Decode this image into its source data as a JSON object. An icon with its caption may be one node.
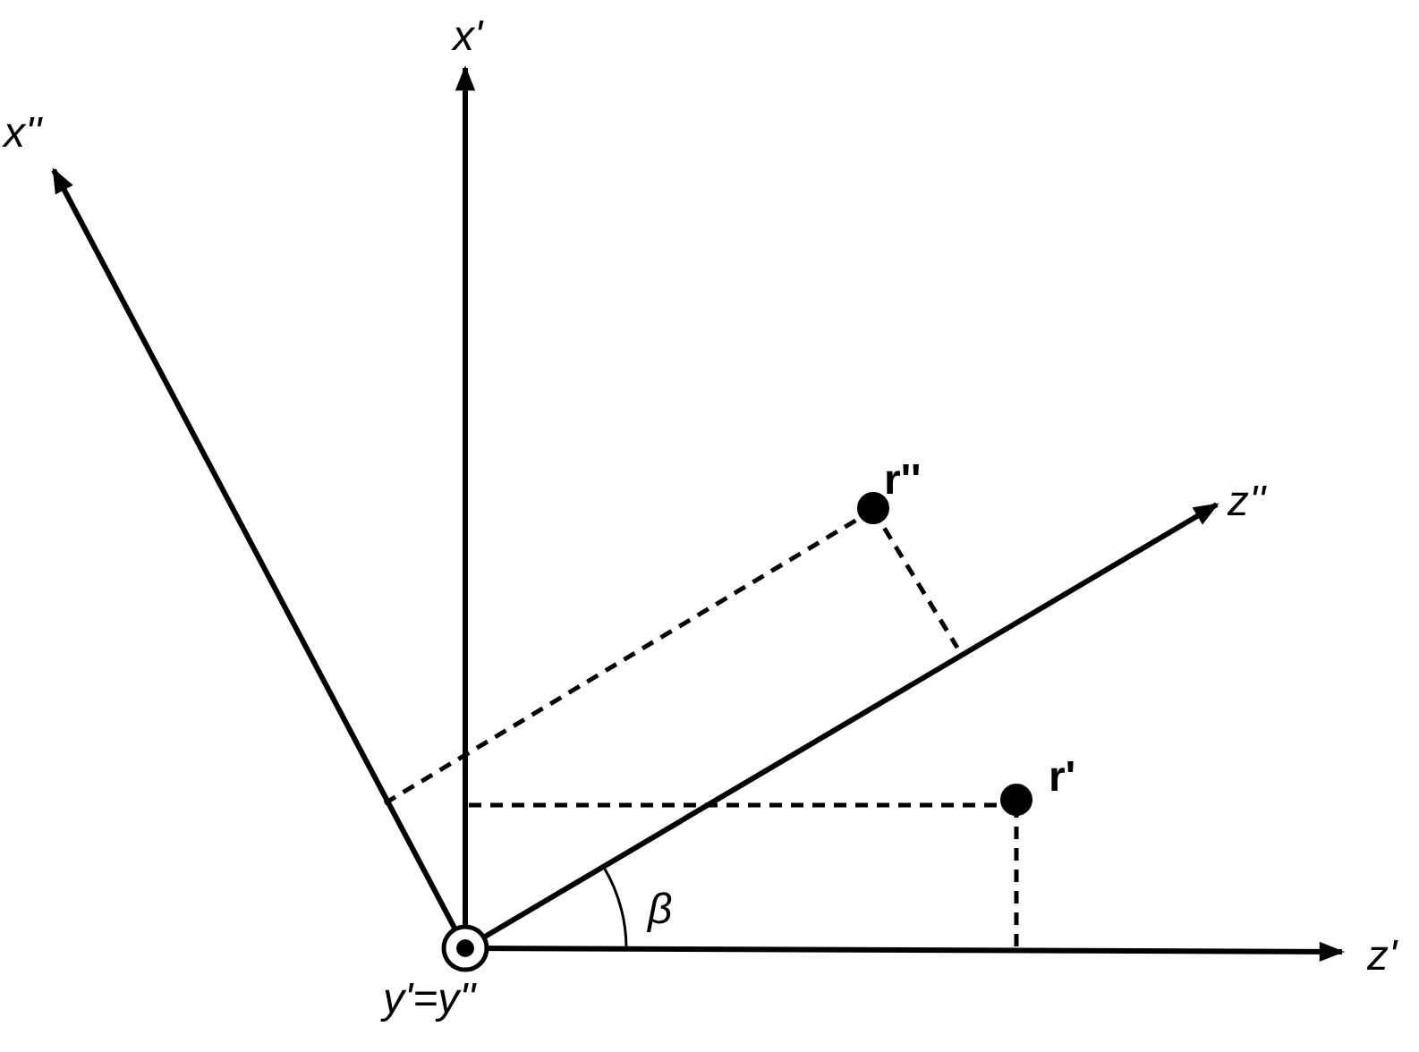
{
  "diagram": {
    "labels": [
      "x'",
      "x''",
      "r''",
      "z''",
      "r'",
      "β",
      "y'=y''",
      "z'"
    ]
  }
}
